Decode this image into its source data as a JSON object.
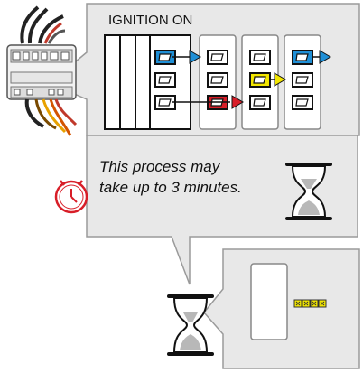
{
  "header": {
    "title": "IGNITION ON"
  },
  "instructions": {
    "line1": "This process may",
    "line2": "take up to 3 minutes."
  },
  "icons": {
    "device": "connector-module-icon",
    "clock": "clock-icon",
    "hourglass_top": "hourglass-icon",
    "hourglass_bottom": "hourglass-icon",
    "status": "blinking-status-icon"
  },
  "colors": {
    "panel_fill": "#e8e8e8",
    "panel_stroke": "#9a9a9a",
    "blue": "#1f8fd6",
    "yellow": "#f2e600",
    "red": "#d81e28",
    "sand": "#b8b8b8",
    "clock_red": "#d81e28"
  }
}
